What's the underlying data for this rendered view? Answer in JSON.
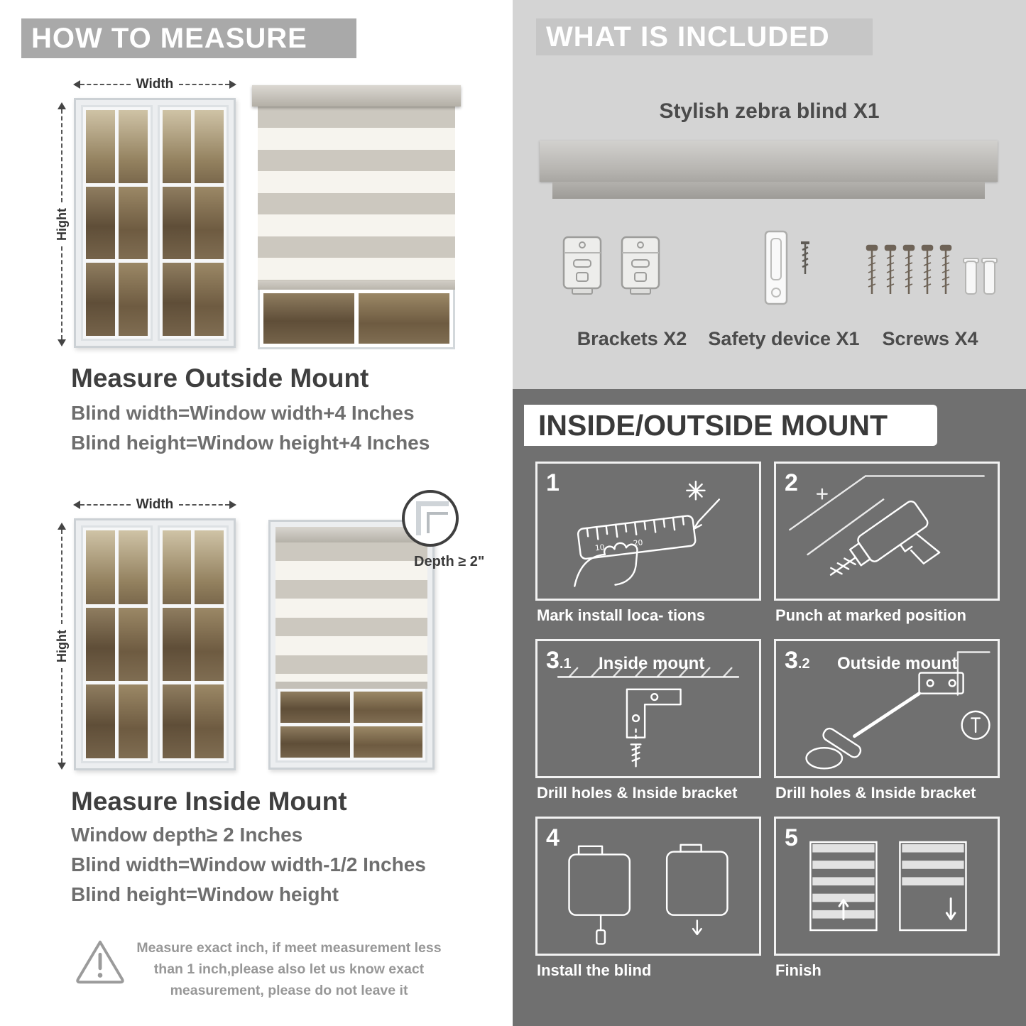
{
  "left": {
    "header": "HOW TO MEASURE",
    "outside": {
      "width_label": "Width",
      "height_label": "Hight",
      "title": "Measure Outside Mount",
      "lines": [
        "Blind width=Window width+4 Inches",
        "Blind height=Window height+4 Inches"
      ]
    },
    "inside": {
      "width_label": "Width",
      "height_label": "Hight",
      "depth_label": "Depth ≥ 2\"",
      "title": "Measure Inside Mount",
      "lines": [
        "Window depth≥ 2 Inches",
        "Blind width=Window width-1/2 Inches",
        "Blind height=Window height"
      ]
    },
    "warning_text": "Measure exact inch, if meet measurement less than 1 inch,please also let us know exact measurement, please do not leave it"
  },
  "right": {
    "included": {
      "header": "WHAT IS INCLUDED",
      "blind_label": "Stylish zebra blind X1",
      "items": [
        {
          "name": "brackets",
          "label": "Brackets X2"
        },
        {
          "name": "safety-device",
          "label": "Safety device X1"
        },
        {
          "name": "screws",
          "label": "Screws X4"
        }
      ]
    },
    "mount": {
      "header": "INSIDE/OUTSIDE MOUNT",
      "steps": [
        {
          "num": "1",
          "sub": "",
          "title": "",
          "caption": "Mark install loca- tions"
        },
        {
          "num": "2",
          "sub": "",
          "title": "",
          "caption": "Punch at marked position"
        },
        {
          "num": "3",
          "sub": ".1",
          "title": "Inside mount",
          "caption": "Drill holes & Inside bracket"
        },
        {
          "num": "3",
          "sub": ".2",
          "title": "Outside mount",
          "caption": "Drill holes & Inside bracket"
        },
        {
          "num": "4",
          "sub": "",
          "title": "",
          "caption": "Install the blind"
        },
        {
          "num": "5",
          "sub": "",
          "title": "",
          "caption": "Finish"
        }
      ]
    }
  },
  "colors": {
    "left_header_bg": "#a9a9a9",
    "included_bg": "#d4d4d4",
    "included_header_bg": "#c6c6c6",
    "mount_bg": "#707070",
    "heading_text": "#3e3e3e",
    "body_text": "#6e6e6e"
  }
}
